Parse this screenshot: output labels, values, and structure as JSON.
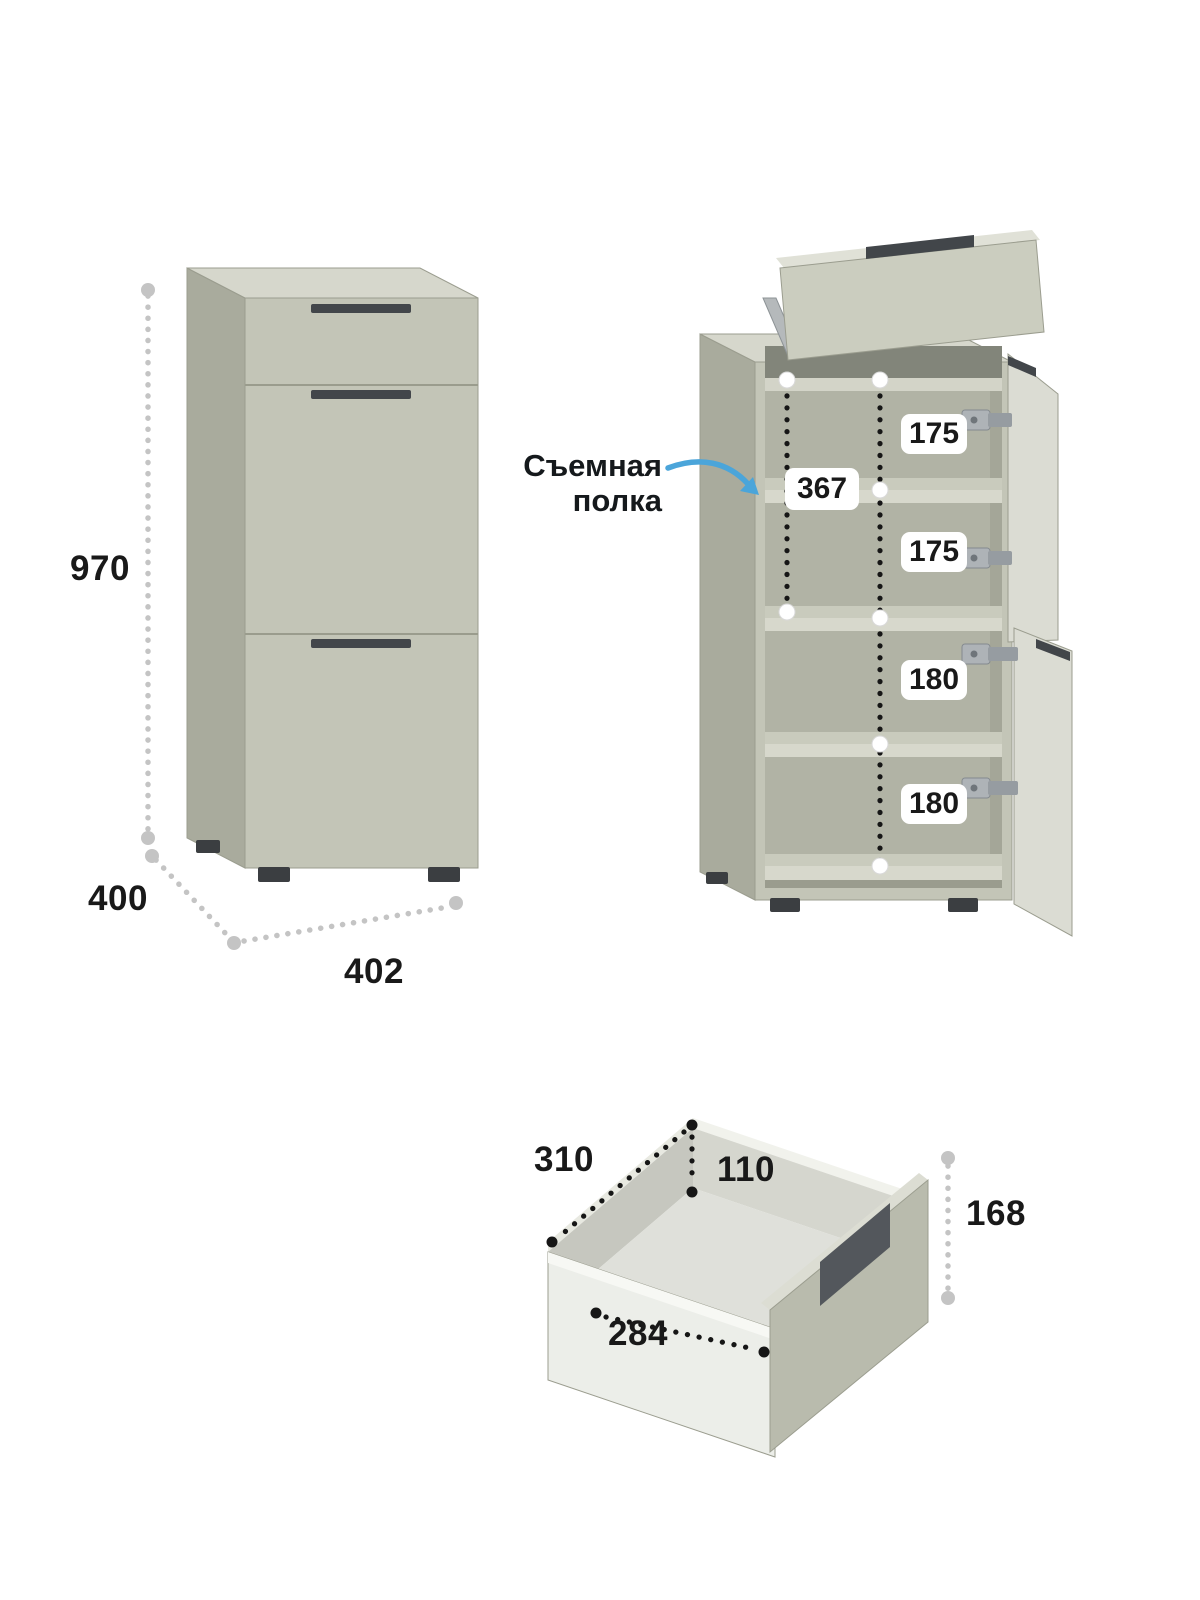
{
  "colors": {
    "background": "#ffffff",
    "accent_arrow": "#4ba5da",
    "cabinet_front": "#c3c5b7",
    "cabinet_side": "#a9ab9d",
    "cabinet_top": "#d6d7cc",
    "interior": "#b1b3a5",
    "handle_dark": "#42464a",
    "dim_line_gray": "#c4c4c4",
    "dim_line_black": "#161616",
    "text": "#191919"
  },
  "closed_cabinet_view": {
    "height": "970",
    "depth": "400",
    "width": "402"
  },
  "open_cabinet_view": {
    "annotation_line1": "Съемная",
    "annotation_line2": "полка",
    "removable_shelf_height": "367",
    "compartment_heights": [
      "175",
      "175",
      "180",
      "180"
    ]
  },
  "drawer_view": {
    "inner_depth": "310",
    "inner_height": "110",
    "inner_width": "284",
    "front_height": "168"
  }
}
